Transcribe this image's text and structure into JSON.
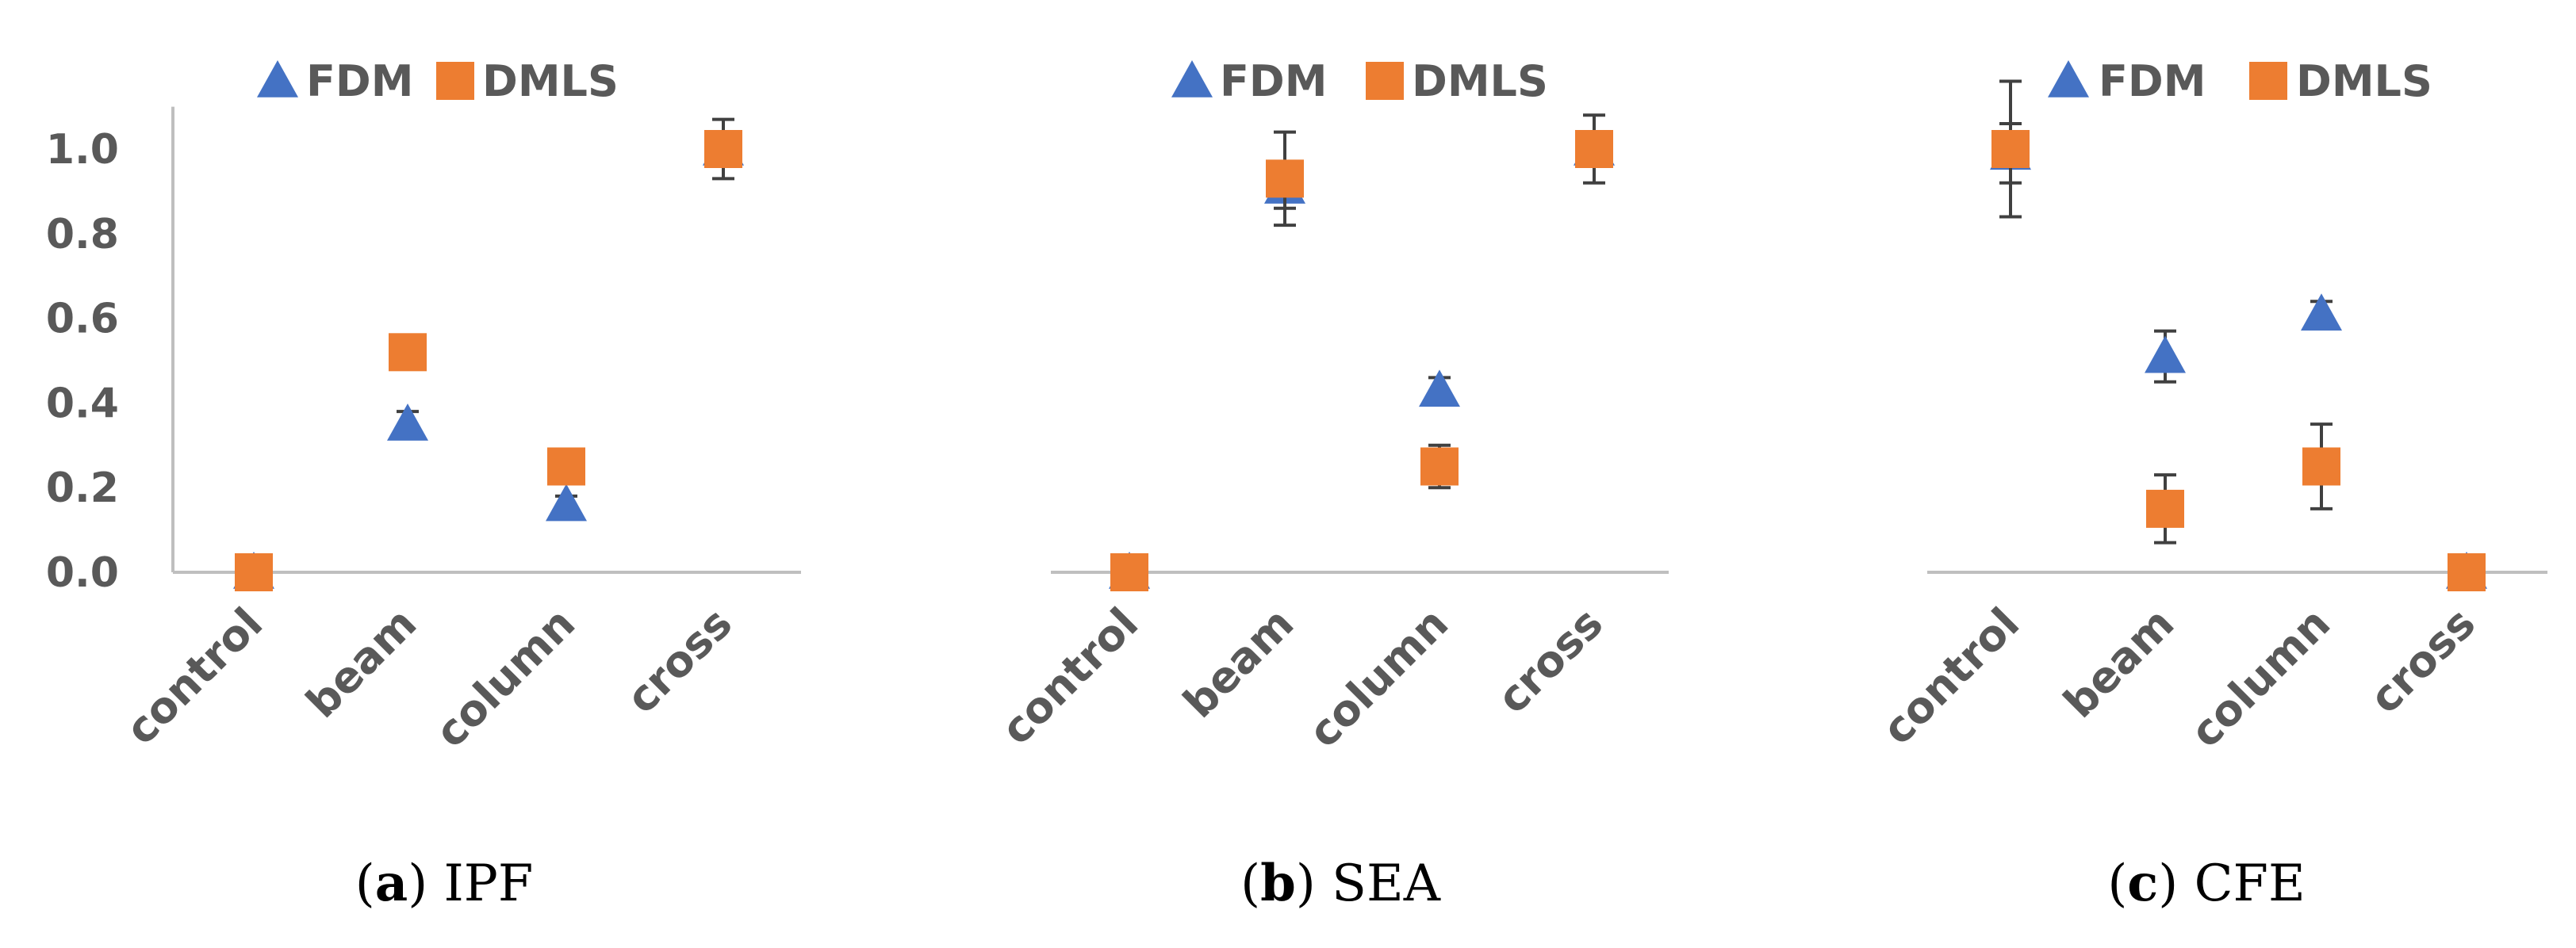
{
  "colors": {
    "FDM": "#4472C4",
    "DMLS": "#ED7D31",
    "axis": "#BFBFBF",
    "text": "#595959",
    "errorbar": "#404040"
  },
  "chart_data": [
    {
      "type": "scatter",
      "panel_letter": "a",
      "caption": "IPF",
      "categories": [
        "control",
        "beam",
        "column",
        "cross"
      ],
      "ylim": [
        0,
        1.1
      ],
      "yticks": [
        0.0,
        0.2,
        0.4,
        0.6,
        0.8,
        1.0
      ],
      "ytick_labels": [
        "0.0",
        "0.2",
        "0.4",
        "0.6",
        "0.8",
        "1.0"
      ],
      "show_yaxis_line": true,
      "legend_position": "top",
      "series": [
        {
          "name": "FDM",
          "marker": "triangle",
          "values": [
            0.0,
            0.35,
            0.16,
            1.0
          ],
          "errors": [
            0.01,
            0.03,
            0.02,
            0.04
          ]
        },
        {
          "name": "DMLS",
          "marker": "square",
          "values": [
            0.0,
            0.52,
            0.25,
            1.0
          ],
          "errors": [
            0.02,
            0.01,
            0.01,
            0.07
          ]
        }
      ]
    },
    {
      "type": "scatter",
      "panel_letter": "b",
      "caption": "SEA",
      "categories": [
        "control",
        "beam",
        "column",
        "cross"
      ],
      "ylim": [
        0,
        1.1
      ],
      "yticks": [
        0.0,
        0.2,
        0.4,
        0.6,
        0.8,
        1.0
      ],
      "ytick_labels": [],
      "show_yaxis_line": false,
      "legend_position": "top",
      "series": [
        {
          "name": "FDM",
          "marker": "triangle",
          "values": [
            0.0,
            0.91,
            0.43,
            1.0
          ],
          "errors": [
            0.01,
            0.05,
            0.03,
            0.04
          ]
        },
        {
          "name": "DMLS",
          "marker": "square",
          "values": [
            0.0,
            0.93,
            0.25,
            1.0
          ],
          "errors": [
            0.01,
            0.11,
            0.05,
            0.08
          ]
        }
      ]
    },
    {
      "type": "scatter",
      "panel_letter": "c",
      "caption": "CFE",
      "categories": [
        "control",
        "beam",
        "column",
        "cross"
      ],
      "ylim": [
        0,
        1.1
      ],
      "yticks": [
        0.0,
        0.2,
        0.4,
        0.6,
        0.8,
        1.0
      ],
      "ytick_labels": [],
      "show_yaxis_line": false,
      "legend_position": "top",
      "series": [
        {
          "name": "FDM",
          "marker": "triangle",
          "values": [
            0.99,
            0.51,
            0.61,
            0.0
          ],
          "errors": [
            0.07,
            0.06,
            0.03,
            0.03
          ]
        },
        {
          "name": "DMLS",
          "marker": "square",
          "values": [
            1.0,
            0.15,
            0.25,
            0.0
          ],
          "errors": [
            0.16,
            0.08,
            0.1,
            0.04
          ]
        }
      ]
    }
  ]
}
